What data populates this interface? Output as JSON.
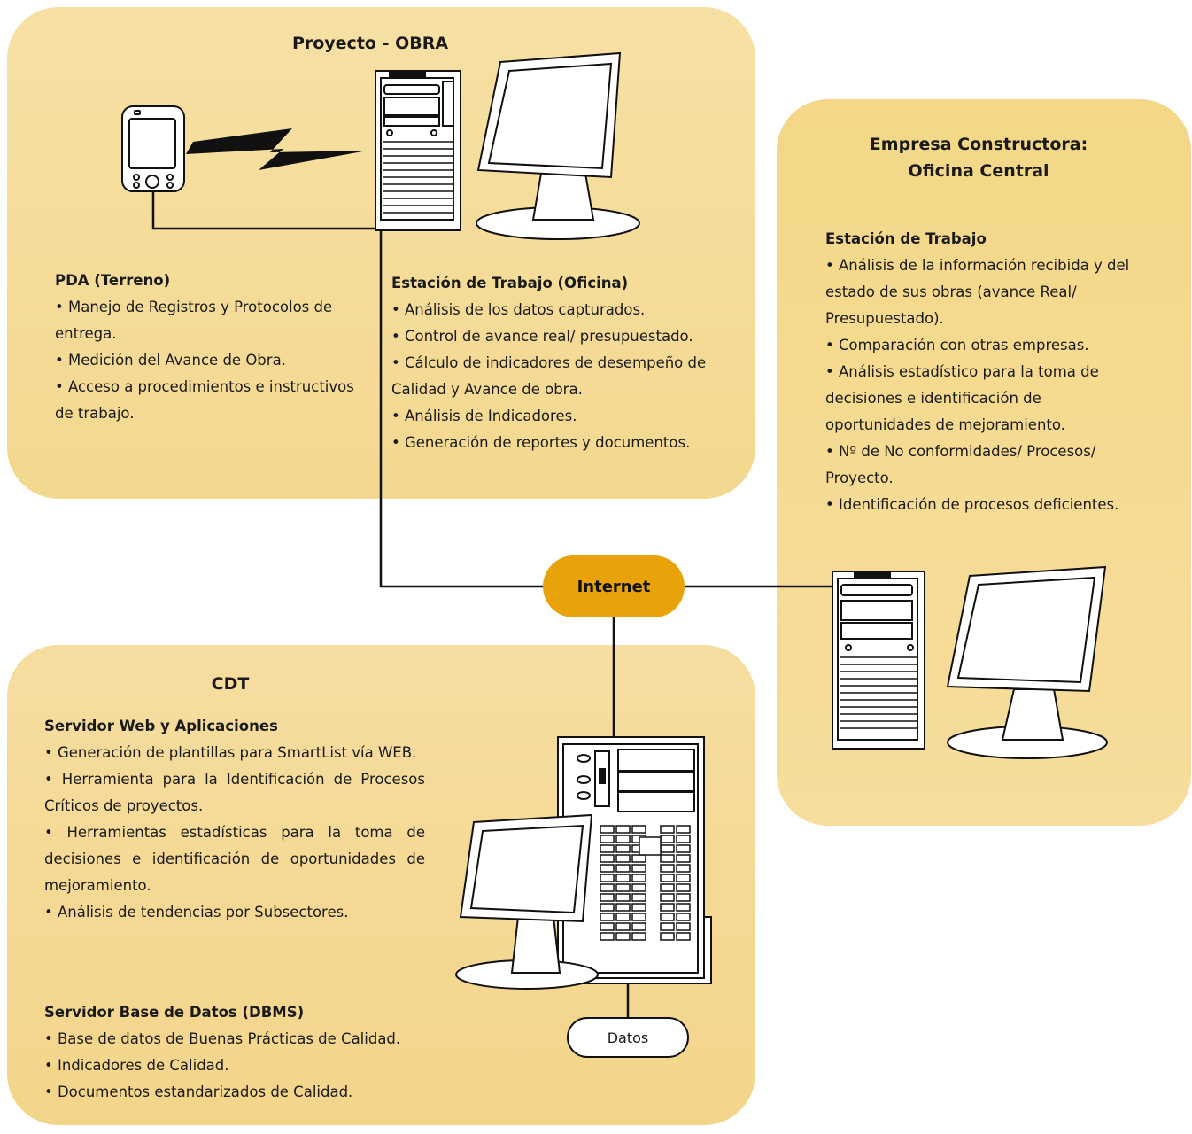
{
  "colors": {
    "panel": "#f6dd9f",
    "internet": "#e8a20a",
    "line": "#111111"
  },
  "icons": [
    "pda-icon",
    "server-tower-icon",
    "monitor-icon",
    "wireless-signal-icon",
    "database-icon"
  ],
  "obra": {
    "title": "Proyecto - OBRA",
    "pda": {
      "heading": "PDA (Terreno)",
      "items": [
        "• Manejo de Registros y Protocolos de entrega.",
        "• Medición del Avance de Obra.",
        "• Acceso a procedimientos e instructivos de trabajo."
      ]
    },
    "estacion": {
      "heading": "Estación de Trabajo (Oficina)",
      "items": [
        "• Análisis de los datos capturados.",
        "• Control de avance real/ presupuestado.",
        "• Cálculo de indicadores de desempeño de Calidad y Avance de obra.",
        "• Análisis de Indicadores.",
        "• Generación de reportes y documentos."
      ]
    }
  },
  "empresa": {
    "title_line1": "Empresa Constructora:",
    "title_line2": "Oficina Central",
    "heading": "Estación de Trabajo",
    "items": [
      "• Análisis de la información recibida y del estado de sus obras (avance Real/ Presupuestado).",
      "• Comparación con otras empresas.",
      "• Análisis estadístico para la toma de decisiones e identificación de oportunidades de mejoramiento.",
      "• Nº de No conformidades/ Procesos/ Proyecto.",
      "• Identificación de procesos deficientes."
    ]
  },
  "internet": {
    "label": "Internet"
  },
  "cdt": {
    "title": "CDT",
    "web": {
      "heading": "Servidor Web y Aplicaciones",
      "items": [
        "• Generación de plantillas para SmartList vía WEB.",
        "• Herramienta para la Identificación de Procesos Críticos de proyectos.",
        "• Herramientas estadísticas para la toma de decisiones e identificación de oportunidades de mejoramiento.",
        "• Análisis de tendencias por Subsectores."
      ]
    },
    "db": {
      "heading": "Servidor Base de Datos (DBMS)",
      "items": [
        "• Base de datos de Buenas Prácticas de Calidad.",
        "• Indicadores de Calidad.",
        "• Documentos estandarizados de Calidad."
      ]
    },
    "datos": "Datos"
  }
}
